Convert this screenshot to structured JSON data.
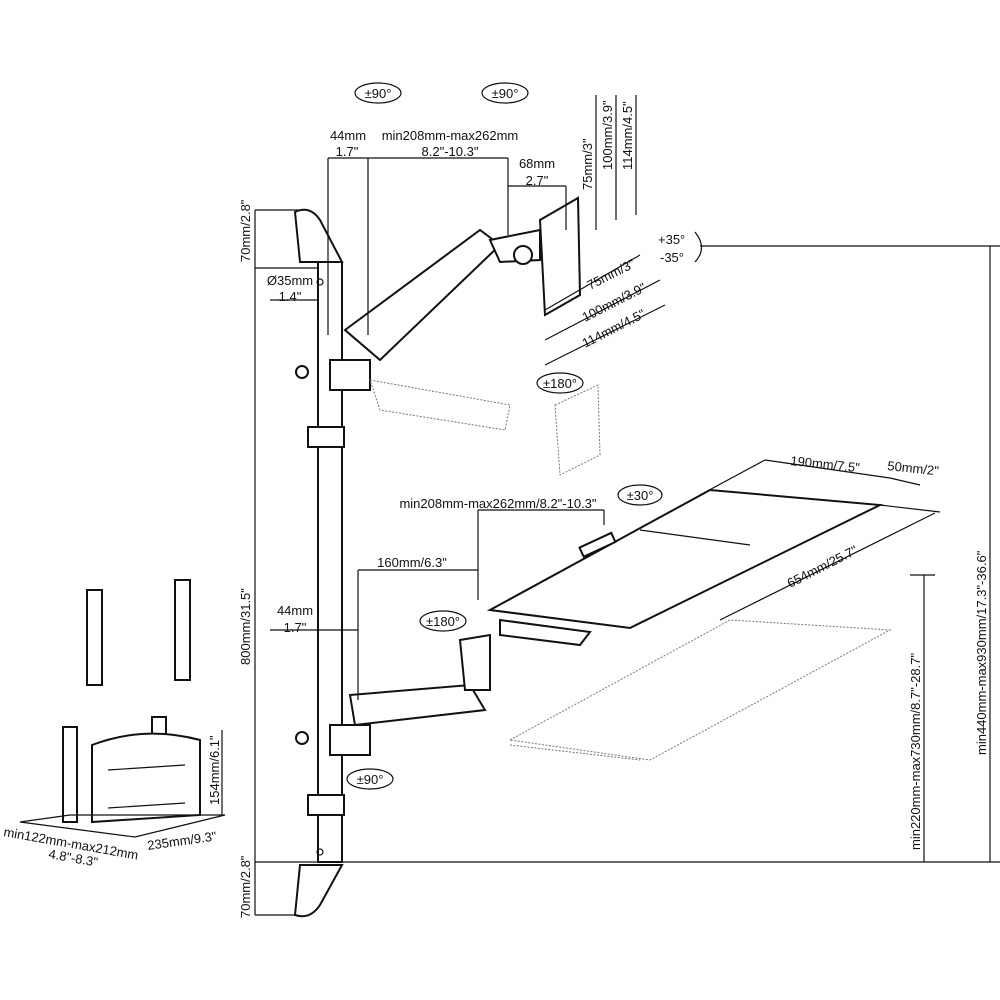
{
  "monitor_arm": {
    "swivel_1": "±90°",
    "swivel_2": "±90°",
    "offset_mm": "44mm",
    "offset_in": "1.7\"",
    "reach_mm": "min208mm-max262mm",
    "reach_in": "8.2\"-10.3\"",
    "head_mm": "68mm",
    "head_in": "2.7\"",
    "vesa_v_75": "75mm/3\"",
    "vesa_v_100": "100mm/3.9\"",
    "vesa_v_114": "114mm/4.5\"",
    "vesa_h_75": "75mm/3\"",
    "vesa_h_100": "100mm/3.9\"",
    "vesa_h_114": "114mm/4.5\"",
    "tilt_up": "+35°",
    "tilt_down": "-35°",
    "rotation": "±180°"
  },
  "pole": {
    "top_cap": "70mm/2.8\"",
    "diameter_mm": "Ø35mm",
    "diameter_in": "1.4\"",
    "height": "800mm/31.5\"",
    "bottom_cap": "70mm/2.8\""
  },
  "keyboard_tray": {
    "depth": "190mm/7.5\"",
    "lip": "50mm/2\"",
    "reach": "min208mm-max262mm/8.2\"-10.3\"",
    "tilt": "±30°",
    "arm_offset": "160mm/6.3\"",
    "width": "654mm/25.7\"",
    "pole_offset_mm": "44mm",
    "pole_offset_in": "1.7\"",
    "rotation": "±180°",
    "swivel": "±90°",
    "height_range": "min220mm-max730mm/8.7\"-28.7\"",
    "monitor_height_range": "min440mm-max930mm/17.3\"-36.6\""
  },
  "cpu_holder": {
    "height": "154mm/6.1\"",
    "depth": "235mm/9.3\"",
    "width_mm": "min122mm-max212mm",
    "width_in": "4.8\"-8.3\""
  }
}
